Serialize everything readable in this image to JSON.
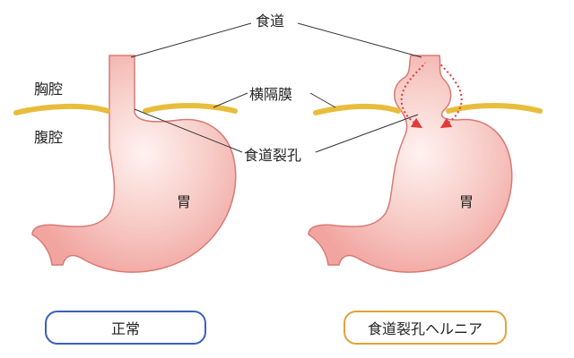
{
  "labels": {
    "esophagus": "食道",
    "diaphragm": "横隔膜",
    "hiatus": "食道裂孔",
    "thoracic_cavity": "胸腔",
    "abdominal_cavity": "腹腔",
    "stomach": "胃"
  },
  "captions": {
    "normal": "正常",
    "hernia": "食道裂孔ヘルニア"
  },
  "colors": {
    "stomach_fill": "#f2a5a0",
    "stomach_stroke": "#d77a75",
    "stomach_highlight": "#fff2f0",
    "diaphragm": "#e8bd3c",
    "arrow": "#e23a3a",
    "normal_border": "#3a5fbf",
    "hernia_border": "#e2a23a"
  }
}
